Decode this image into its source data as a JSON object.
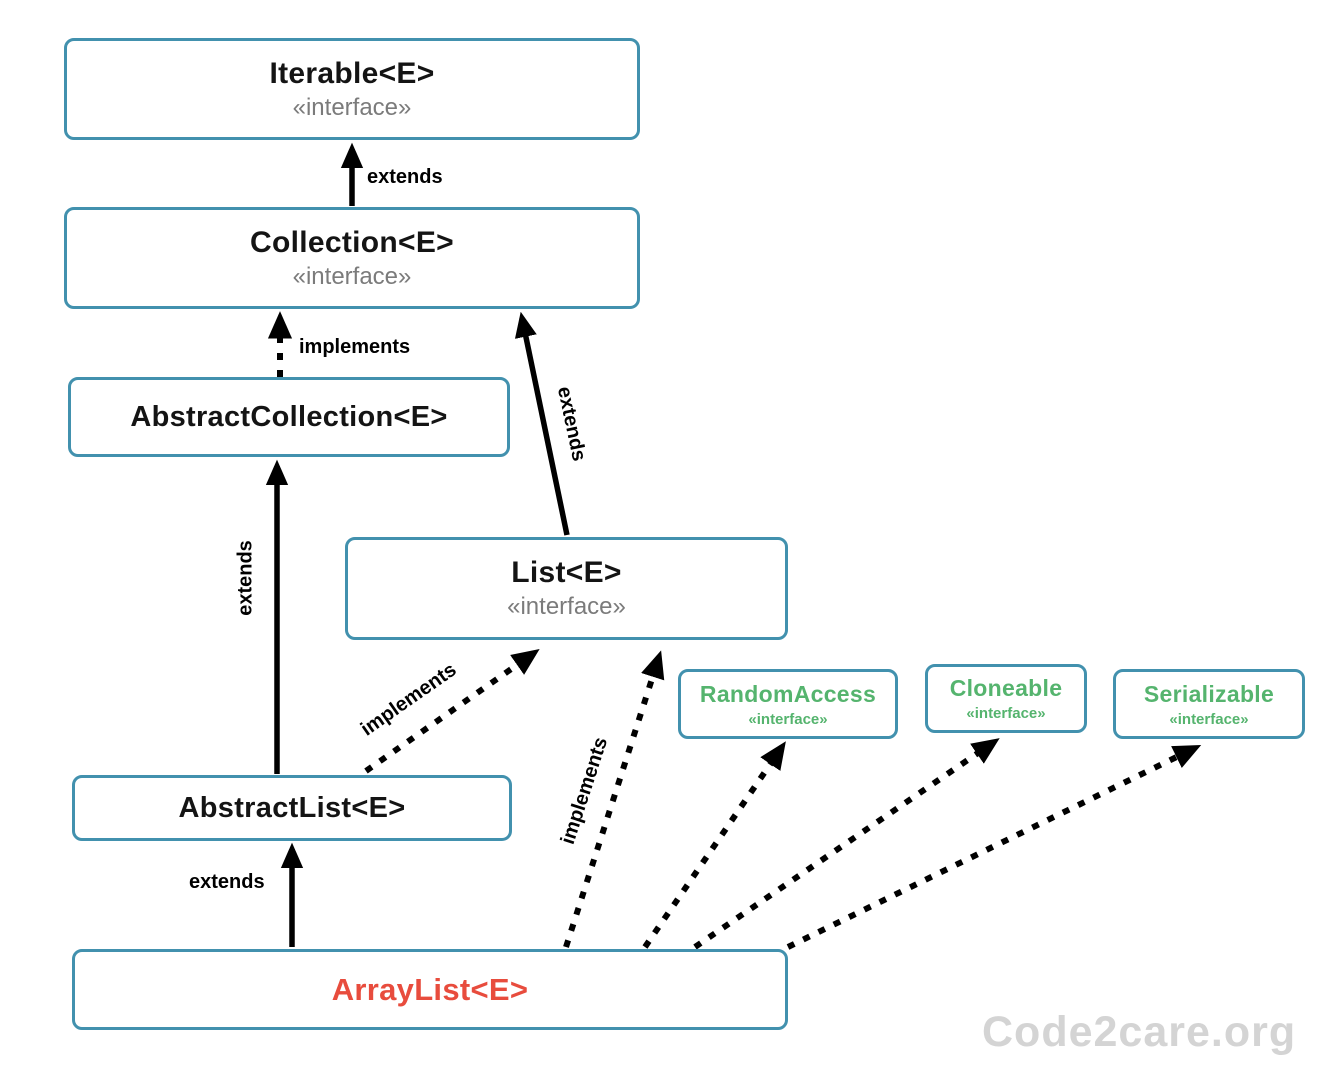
{
  "nodes": {
    "iterable": {
      "title": "Iterable<E>",
      "stereotype": "«interface»"
    },
    "collection": {
      "title": "Collection<E>",
      "stereotype": "«interface»"
    },
    "abstract_collection": {
      "title": "AbstractCollection<E>"
    },
    "list": {
      "title": "List<E>",
      "stereotype": "«interface»"
    },
    "random_access": {
      "title": "RandomAccess",
      "stereotype": "«interface»"
    },
    "cloneable": {
      "title": "Cloneable",
      "stereotype": "«interface»"
    },
    "serializable": {
      "title": "Serializable",
      "stereotype": "«interface»"
    },
    "abstract_list": {
      "title": "AbstractList<E>"
    },
    "array_list": {
      "title": "ArrayList<E>"
    }
  },
  "edges": [
    {
      "from": "Collection<E>",
      "to": "Iterable<E>",
      "relation": "extends",
      "label": "extends",
      "line": "solid"
    },
    {
      "from": "AbstractCollection<E>",
      "to": "Collection<E>",
      "relation": "implements",
      "label": "implements",
      "line": "dotted"
    },
    {
      "from": "List<E>",
      "to": "Collection<E>",
      "relation": "extends",
      "label": "extends",
      "line": "solid"
    },
    {
      "from": "AbstractList<E>",
      "to": "AbstractCollection<E>",
      "relation": "extends",
      "label": "extends",
      "line": "solid"
    },
    {
      "from": "AbstractList<E>",
      "to": "List<E>",
      "relation": "implements",
      "label": "implements",
      "line": "dotted"
    },
    {
      "from": "ArrayList<E>",
      "to": "AbstractList<E>",
      "relation": "extends",
      "label": "extends",
      "line": "solid"
    },
    {
      "from": "ArrayList<E>",
      "to": "List<E>",
      "relation": "implements",
      "label": "implements",
      "line": "dotted"
    },
    {
      "from": "ArrayList<E>",
      "to": "RandomAccess",
      "relation": "implements",
      "label": "",
      "line": "dotted"
    },
    {
      "from": "ArrayList<E>",
      "to": "Cloneable",
      "relation": "implements",
      "label": "",
      "line": "dotted"
    },
    {
      "from": "ArrayList<E>",
      "to": "Serializable",
      "relation": "implements",
      "label": "",
      "line": "dotted"
    }
  ],
  "watermark": "Code2care.org",
  "colors": {
    "box_border": "#4291AE",
    "interface_green": "#55B46E",
    "class_red": "#E84C3D",
    "stereotype_gray": "#7B7B7B",
    "arrow": "#000000",
    "watermark_gray": "#D4D4D4"
  }
}
